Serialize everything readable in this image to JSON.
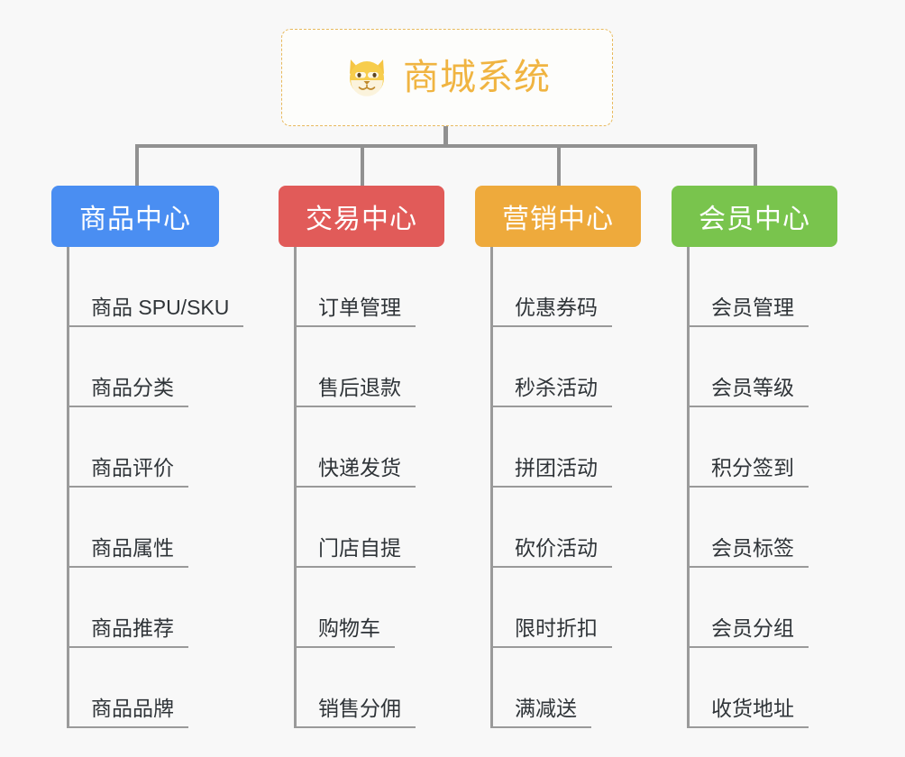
{
  "diagram": {
    "background_color": "#f8f8f8",
    "root": {
      "title": "商城系统",
      "icon": "dog-face-emoji",
      "border_color": "#e8b95c",
      "text_color": "#f0b441"
    },
    "connector_color": "#919191",
    "branches": [
      {
        "id": "product-center",
        "label": "商品中心",
        "color": "#4a8ef2",
        "items": [
          "商品 SPU/SKU",
          "商品分类",
          "商品评价",
          "商品属性",
          "商品推荐",
          "商品品牌"
        ]
      },
      {
        "id": "trade-center",
        "label": "交易中心",
        "color": "#e15b59",
        "items": [
          "订单管理",
          "售后退款",
          "快递发货",
          "门店自提",
          "购物车",
          "销售分佣"
        ]
      },
      {
        "id": "marketing-center",
        "label": "营销中心",
        "color": "#eeaa3c",
        "items": [
          "优惠券码",
          "秒杀活动",
          "拼团活动",
          "砍价活动",
          "限时折扣",
          "满减送"
        ]
      },
      {
        "id": "member-center",
        "label": "会员中心",
        "color": "#78c council"
      }
    ]
  }
}
